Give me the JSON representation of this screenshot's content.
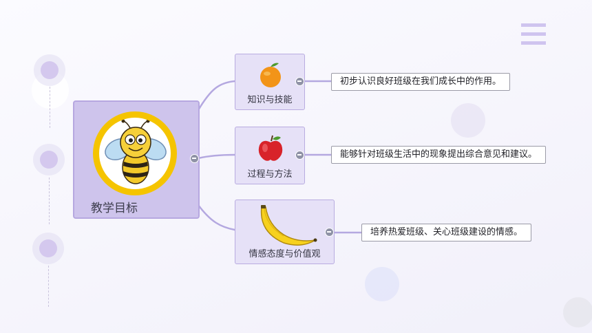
{
  "root": {
    "label": "教学目标",
    "icon": "bee-icon"
  },
  "branches": [
    {
      "label": "知识与技能",
      "icon": "orange-icon",
      "detail": "初步认识良好班级在我们成长中的作用。"
    },
    {
      "label": "过程与方法",
      "icon": "apple-icon",
      "detail": "能够针对班级生活中的现象提出综合意见和建议。"
    },
    {
      "label": "情感态度与价值观",
      "icon": "banana-icon",
      "detail": "培养热爱班级、关心班级建设的情感。"
    }
  ],
  "colors": {
    "root_fill": "#cec4ec",
    "branch_fill": "#e6e1f7",
    "connector": "#b4a8e0",
    "accent": "#cfc4ef"
  }
}
